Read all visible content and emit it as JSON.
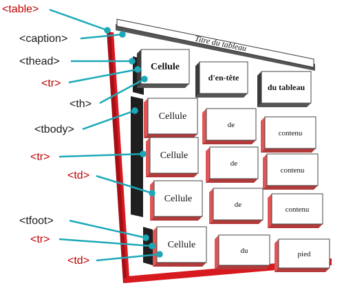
{
  "colors": {
    "table_frame": "#d71920",
    "row_frame": "#1f1f1f",
    "pointer": "#1ba9b8",
    "tag_red": "#c00000",
    "tag_black": "#1a1a1a",
    "cell_face": "#ffffff",
    "cell_side": "#e05555",
    "cell_shadow": "#444444"
  },
  "caption_text": "Titre du tableau",
  "tags": {
    "table": "<table>",
    "caption": "<caption>",
    "thead": "<thead>",
    "thead_tr": "<tr>",
    "th": "<th>",
    "tbody": "<tbody>",
    "tbody_tr": "<tr>",
    "tbody_td": "<td>",
    "tfoot": "<tfoot>",
    "tfoot_tr": "<tr>",
    "tfoot_td": "<td>"
  },
  "rows": {
    "header": [
      "Cellule",
      "d'en-tête",
      "du tableau"
    ],
    "body": [
      [
        "Cellule",
        "de",
        "contenu"
      ],
      [
        "Cellule",
        "de",
        "contenu"
      ],
      [
        "Cellule",
        "de",
        "contenu"
      ]
    ],
    "footer": [
      "Cellule",
      "du",
      "pied"
    ]
  }
}
